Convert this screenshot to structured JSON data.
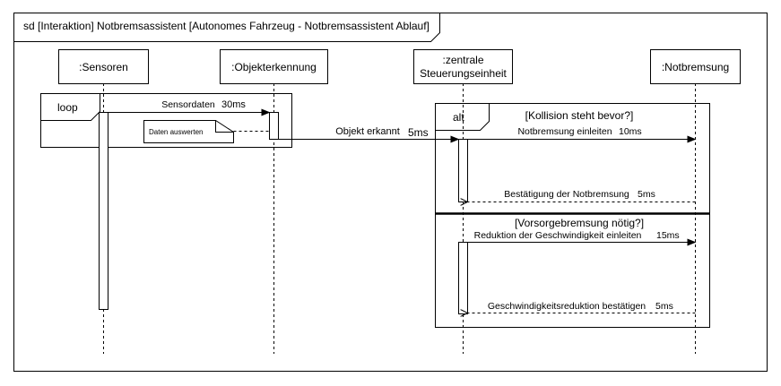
{
  "diagram": {
    "frame_title": "sd [Interaktion] Notbremsassistent [Autonomes Fahrzeug - Notbremsassistent Ablauf]",
    "lifelines": {
      "sensoren": ":Sensoren",
      "objekterkennung": ":Objekterkennung",
      "steuerung_line1": ":zentrale",
      "steuerung_line2": "Steuerungseinheit",
      "notbremsung": ":Notbremsung"
    },
    "fragments": {
      "loop": {
        "operator": "loop"
      },
      "alt": {
        "operator": "alt",
        "guard1": "[Kollision steht bevor?]",
        "guard2": "[Vorsorgebremsung nötig?]"
      }
    },
    "messages": {
      "sensordaten": "Sensordaten",
      "sensordaten_time": "30ms",
      "objekt_erkannt": "Objekt erkannt",
      "objekt_erkannt_time": "5ms",
      "notbremsung_einleiten": "Notbremsung einleiten",
      "notbremsung_einleiten_time": "10ms",
      "bestaetigung": "Bestätigung der Notbremsung",
      "bestaetigung_time": "5ms",
      "reduktion": "Reduktion der Geschwindigkeit einleiten",
      "reduktion_time": "15ms",
      "geschw_bestaetigen": "Geschwindigkeitsreduktion bestätigen",
      "geschw_bestaetigen_time": "5ms"
    },
    "note": "Daten auswerten"
  }
}
